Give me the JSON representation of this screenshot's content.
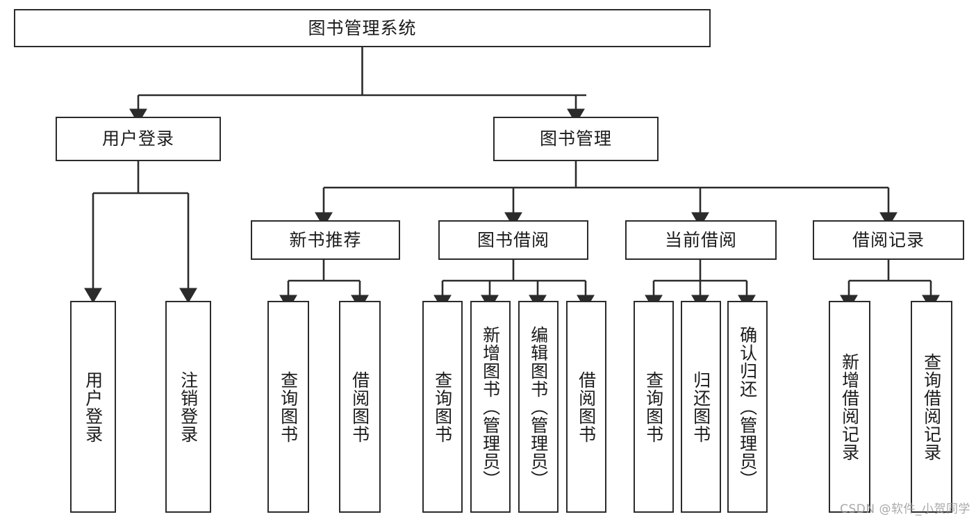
{
  "diagram": {
    "title": "图书管理系统",
    "type": "tree-hierarchy",
    "orientation": "top-down",
    "colors": {
      "node_border": "#2b2b2b",
      "node_fill": "#ffffff",
      "connector": "#2b2b2b",
      "text": "#1b1b1b",
      "watermark": "#9a9a9a",
      "background": "#ffffff"
    },
    "root": {
      "id": "root",
      "label": "图书管理系统"
    },
    "level2": [
      {
        "id": "user-login",
        "label": "用户登录"
      },
      {
        "id": "book-manage",
        "label": "图书管理"
      }
    ],
    "level3": [
      {
        "id": "new-book-recommend",
        "label": "新书推荐",
        "parent": "book-manage"
      },
      {
        "id": "book-borrow",
        "label": "图书借阅",
        "parent": "book-manage"
      },
      {
        "id": "current-borrow",
        "label": "当前借阅",
        "parent": "book-manage"
      },
      {
        "id": "borrow-record",
        "label": "借阅记录",
        "parent": "book-manage"
      }
    ],
    "leaves": {
      "user-login": [
        {
          "id": "leaf-user-login",
          "label": "用户登录"
        },
        {
          "id": "leaf-user-logout",
          "label": "注销登录"
        }
      ],
      "new-book-recommend": [
        {
          "id": "leaf-query-book-1",
          "label": "查询图书"
        },
        {
          "id": "leaf-borrow-book-1",
          "label": "借阅图书"
        }
      ],
      "book-borrow": [
        {
          "id": "leaf-query-book-2",
          "label": "查询图书"
        },
        {
          "id": "leaf-add-book",
          "label": "新增图书（管理员）"
        },
        {
          "id": "leaf-edit-book",
          "label": "编辑图书（管理员）"
        },
        {
          "id": "leaf-borrow-book-2",
          "label": "借阅图书"
        }
      ],
      "current-borrow": [
        {
          "id": "leaf-query-book-3",
          "label": "查询图书"
        },
        {
          "id": "leaf-return-book",
          "label": "归还图书"
        },
        {
          "id": "leaf-confirm-return",
          "label": "确认归还（管理员）"
        }
      ],
      "borrow-record": [
        {
          "id": "leaf-add-record",
          "label": "新增借阅记录"
        },
        {
          "id": "leaf-query-record",
          "label": "查询借阅记录"
        }
      ]
    },
    "watermark": "CSDN @软件_小贺同学"
  }
}
